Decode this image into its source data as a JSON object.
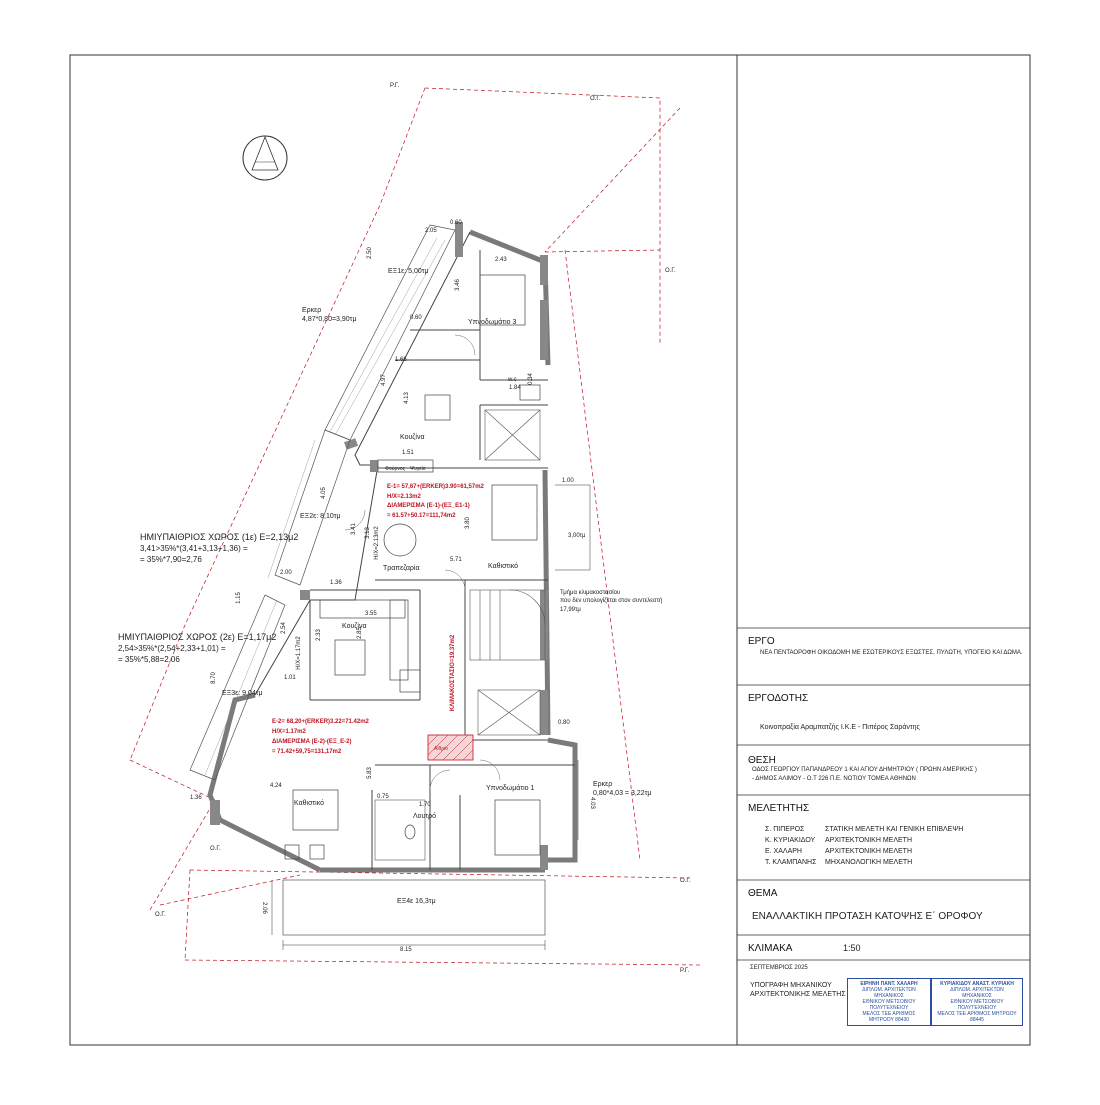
{
  "plan": {
    "labels": {
      "rg_top": "Ρ.Γ.",
      "og_top": "Ο.Γ.",
      "og_left": "Ο.Γ.",
      "og_right": "Ο.Γ.",
      "og_bottom_left": "Ο.Γ.",
      "rg_bottom": "Ρ.Γ."
    },
    "rooms": {
      "ex1": "ΕΞ1ε: 5,00τμ",
      "ypnodomatio3": "Υπνοδωμάτιο 3",
      "wc": "w.c",
      "kouzina1": "Κουζίνα",
      "foyrnos": "Φούρνος",
      "psygeio": "Ψυγείο",
      "ex2": "ΕΞ2ε: 8,10τμ",
      "trapezaria": "Τραπεζαρία",
      "kathistiko1": "Καθιστικό",
      "kouzina2": "Κουζίνα",
      "ex3": "ΕΞ3ε: 9,04τμ",
      "kathistiko2": "Καθιστικό",
      "loutro": "Λουτρό",
      "ypnodomatio1": "Υπνοδωμάτιο 1",
      "ex4": "ΕΞ4ε 16,3τμ",
      "aith": "Αίθριο"
    },
    "dims": {
      "d060a": "0.60",
      "d205": "2.05",
      "d250": "2.50",
      "d243": "2.43",
      "d346": "3.46",
      "d060b": "0.60",
      "d166": "1.66",
      "d184": "1.84",
      "d034": "0.34",
      "d497": "4.97",
      "d413": "4.13",
      "d151": "1.51",
      "d100": "1.00",
      "d405": "4.05",
      "d341": "3.41",
      "d313": "3.13",
      "d380": "3.80",
      "d300": "3,00τμ",
      "d571": "5.71",
      "d200": "2.00",
      "d136a": "1.36",
      "d115": "1.15",
      "d355": "3.55",
      "d254": "2.54",
      "d233": "2.33",
      "d285": "2.85",
      "d870": "8.70",
      "d101": "1.01",
      "d080": "0.80",
      "d583": "5.83",
      "d424": "4.24",
      "d075": "0.75",
      "d170": "1.70",
      "d136b": "1.36",
      "d403": "4.03",
      "d206": "2.06",
      "d815": "8.15"
    },
    "hx1": "Η/Χ=2.13m2",
    "hx2": "Η/Χ=1.17m2",
    "erker1": [
      "Ερκερ",
      "4,87*0,80=3,90τμ"
    ],
    "erker2": [
      "Ερκερ",
      "0,80*4,03 = 3,22τμ"
    ],
    "hmiyp1": [
      "ΗΜΙΥΠΑΙΘΡΙΟΣ ΧΩΡΟΣ (1ε)  Ε=2,13μ2",
      "3,41>35%*(3,41+3,13+1,36) =",
      "= 35%*7,90=2,76"
    ],
    "hmiyp2": [
      "ΗΜΙΥΠΑΙΘΡΙΟΣ ΧΩΡΟΣ (2ε)  Ε=1,17μ2",
      "2,54>35%*(2,54+2,33+1,01) =",
      "= 35%*5,88=2,06"
    ],
    "stair_note": [
      "Τμήμα κλιμακοστασίου",
      "που δεν υπολογίζεται στον συντελεστή",
      "17,99τμ"
    ],
    "e1": [
      "Ε-1= 57,67+(ERKER)3.90=61,57m2",
      "Η/Χ=2.13m2",
      "ΔΙΑΜΕΡΙΣΜΑ (Ε-1)-(ΕΞ_Ε1-1)",
      "= 61.57+50.17=111,74m2"
    ],
    "e2": [
      "Ε-2= 68,20+(ERKER)3.22=71.42m2",
      "Η/Χ=1.17m2",
      "ΔΙΑΜΕΡΙΣΜΑ (Ε-2)-(ΕΞ_Ε-2)",
      "= 71.42+59,75=131,17m2"
    ],
    "stair_area": "ΚΛΙΜΑΚΟΣΤΑΣΙΟ=19.37m2",
    "colors": {
      "red_text": "#c0111f",
      "wall": "#7a7a7a",
      "line": "#555555",
      "dash_red": "#c0111f"
    }
  },
  "titleblock": {
    "ergo_h": "ΕΡΓΟ",
    "ergo": "ΝΕΑ ΠΕΝΤΑΟΡΟΦΗ ΟΙΚΟΔΟΜΗ ΜΕ ΕΣΩΤΕΡΙΚΟΥΣ ΕΞΩΣΤΕΣ, ΠΥΛΩΤΗ, ΥΠΟΓΕΙΟ ΚΑΙ ΔΩΜΑ.",
    "ergodotis_h": "ΕΡΓΟΔΟΤΗΣ",
    "ergodotis": "Κοινοπραξία Αραμπατζής Ι.Κ.Ε - Πιπέρος Σαράντης",
    "thesi_h": "ΘΕΣΗ",
    "thesi1": "ΟΔΟΣ ΓΕΩΡΓΙΟΥ ΠΑΠΑΝΔΡΕΟΥ 1 ΚΑΙ ΑΓΙΟΥ ΔΗΜΗΤΡΙΟΥ ( ΠΡΩΗΝ ΑΜΕΡΙΚΗΣ )",
    "thesi2": "-  ΔΗΜΟΣ ΑΛΙΜΟΥ - Ο.Τ 226  Π.Ε. ΝΟΤΙΟΥ ΤΟΜΕΑ ΑΘΗΝΩΝ",
    "meletites_h": "ΜΕΛΕΤΗΤΗΣ",
    "meletites": [
      {
        "name": "Σ. ΠΙΠΕΡΟΣ",
        "role": "ΣΤΑΤΙΚΗ ΜΕΛΕΤΗ ΚΑΙ ΓΕΝΙΚΗ ΕΠΙΒΛΕΨΗ"
      },
      {
        "name": "Κ. ΚΥΡΙΑΚΙΔΟΥ",
        "role": "ΑΡΧΙΤΕΚΤΟΝΙΚΗ ΜΕΛΕΤΗ"
      },
      {
        "name": "Ε. ΧΑΛΑΡΗ",
        "role": "ΑΡΧΙΤΕΚΤΟΝΙΚΗ ΜΕΛΕΤΗ"
      },
      {
        "name": "Τ. ΚΛΑΜΠΑΝΗΣ",
        "role": "ΜΗΧΑΝΟΛΟΓΙΚΗ ΜΕΛΕΤΗ"
      }
    ],
    "thema_h": "ΘΕΜΑ",
    "thema": "ΕΝΑΛΛΑΚΤΙΚΗ ΠΡΟΤΑΣΗ ΚΑΤΟΨΗΣ Ε΄ ΟΡΟΦΟΥ",
    "klimaka_h": "ΚΛΙΜΑΚΑ",
    "klimaka": "1:50",
    "date": "ΣΕΠΤΕΜΒΡΙΟΣ  2025",
    "ypografi1": "ΥΠΟΓΡΑΦΗ ΜΗΧΑΝΙΚΟΥ",
    "ypografi2": "ΑΡΧΙΤΕΚΤΟΝΙΚΗΣ  ΜΕΛΕΤΗΣ",
    "stamp1": [
      "ΕΙΡΗΝΗ ΠΑΝΤ. ΧΑΛΑΡΗ",
      "ΔΙΠΛΩΜ. ΑΡΧΙΤΕΚΤΩΝ ΜΗΧΑΝΙΚΟΣ",
      "ΕΘΝΙΚΟΥ ΜΕΤΣΟΒΙΟΥ ΠΟΛΥΤΕΧΝΕΙΟΥ",
      "ΜΕΛΟΣ ΤΕΕ ΑΡΙΘΜΟΣ ΜΗΤΡΩΟΥ 88430"
    ],
    "stamp2": [
      "ΚΥΡΙΑΚΙΔΟΥ ΑΝΑΣΤ. ΚΥΡΙΑΚΗ",
      "ΔΙΠΛΩΜ. ΑΡΧΙΤΕΚΤΩΝ ΜΗΧΑΝΙΚΟΣ",
      "ΕΘΝΙΚΟΥ ΜΕΤΣΟΒΙΟΥ ΠΟΛΥΤΕΧΝΕΙΟΥ",
      "ΜΕΛΟΣ ΤΕΕ ΑΡΙΘΜΟΣ ΜΗΤΡΩΟΥ 88445"
    ]
  }
}
